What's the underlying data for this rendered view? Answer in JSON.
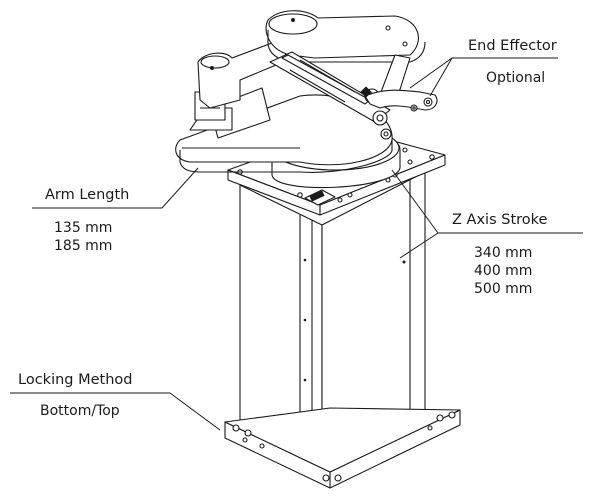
{
  "callouts": {
    "end_effector": {
      "title": "End Effector",
      "values": [
        "Optional"
      ]
    },
    "arm_length": {
      "title": "Arm Length",
      "values": [
        "135 mm",
        "185 mm"
      ]
    },
    "z_axis_stroke": {
      "title": "Z Axis Stroke",
      "values": [
        "340 mm",
        "400 mm",
        "500 mm"
      ]
    },
    "locking_method": {
      "title": "Locking Method",
      "values": [
        "Bottom/Top"
      ]
    }
  },
  "colors": {
    "line": "#1a1a1a",
    "fill": "#ffffff"
  }
}
